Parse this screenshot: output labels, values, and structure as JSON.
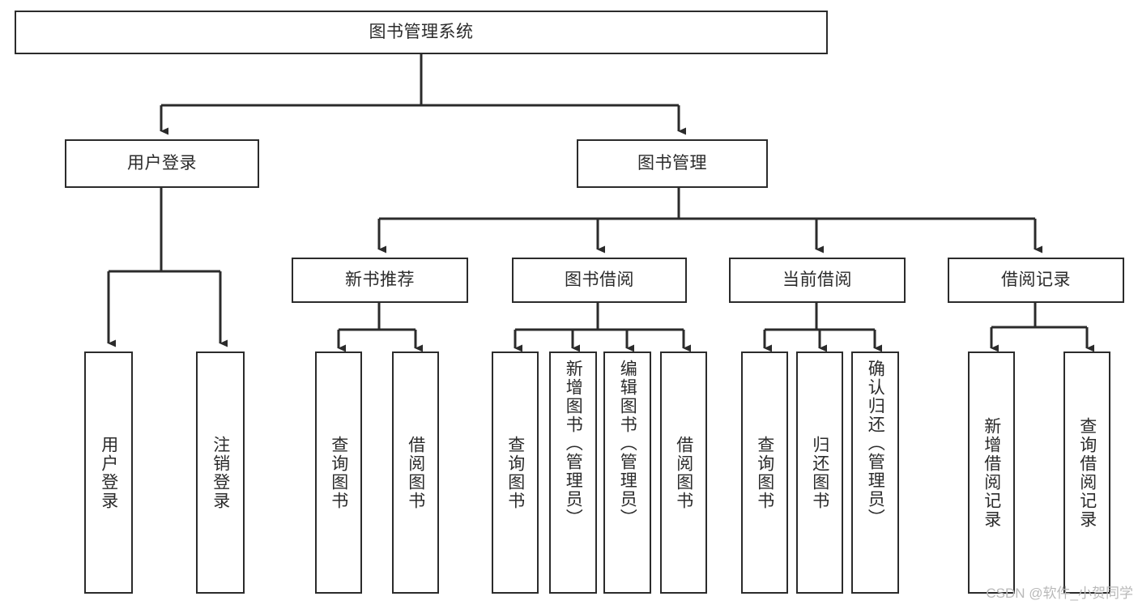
{
  "diagram": {
    "title": "图书管理系统",
    "type": "tree",
    "watermark": "CSDN @软件_小贺同学",
    "colors": {
      "box_border": "#2b2b2b",
      "box_fill": "#ffffff",
      "connector": "#2b2b2b",
      "text": "#2b2b2b",
      "watermark": "#b9b9b9",
      "background": "#ffffff"
    },
    "levels": {
      "root": {
        "label": "图书管理系统"
      },
      "level2": [
        {
          "label": "用户登录"
        },
        {
          "label": "图书管理"
        }
      ],
      "level3": [
        {
          "label": "新书推荐"
        },
        {
          "label": "图书借阅"
        },
        {
          "label": "当前借阅"
        },
        {
          "label": "借阅记录"
        }
      ],
      "leaves": {
        "user_login": [
          {
            "label": "用户登录"
          },
          {
            "label": "注销登录"
          }
        ],
        "new_book_recommend": [
          {
            "label": "查询图书"
          },
          {
            "label": "借阅图书"
          }
        ],
        "book_borrow": [
          {
            "label": "查询图书"
          },
          {
            "label": "新增图书（管理员）"
          },
          {
            "label": "编辑图书（管理员）"
          },
          {
            "label": "借阅图书"
          }
        ],
        "current_borrow": [
          {
            "label": "查询图书"
          },
          {
            "label": "归还图书"
          },
          {
            "label": "确认归还（管理员）"
          }
        ],
        "borrow_record": [
          {
            "label": "新增借阅记录"
          },
          {
            "label": "查询借阅记录"
          }
        ]
      }
    }
  }
}
